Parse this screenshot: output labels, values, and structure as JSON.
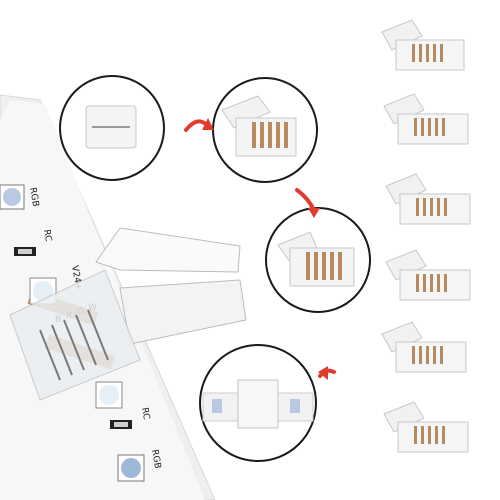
{
  "strip": {
    "top_label": "RGB",
    "res_top": "RC",
    "volt_label": "V24+",
    "pins": [
      "B",
      "R",
      "G",
      "W"
    ],
    "res_bottom": "RC",
    "bottom_label": "RGB"
  },
  "colors": {
    "strip_white": "#f4f4f4",
    "copper": "#c89a6a",
    "arrow_red": "#e23b2e",
    "connector_white": "#f6f6f6",
    "outline": "#1a1a1a",
    "led_cool": "#d8e6f5",
    "led_rgb": "#9fb8d8"
  },
  "icons": [
    "arrow-curve-icon"
  ]
}
